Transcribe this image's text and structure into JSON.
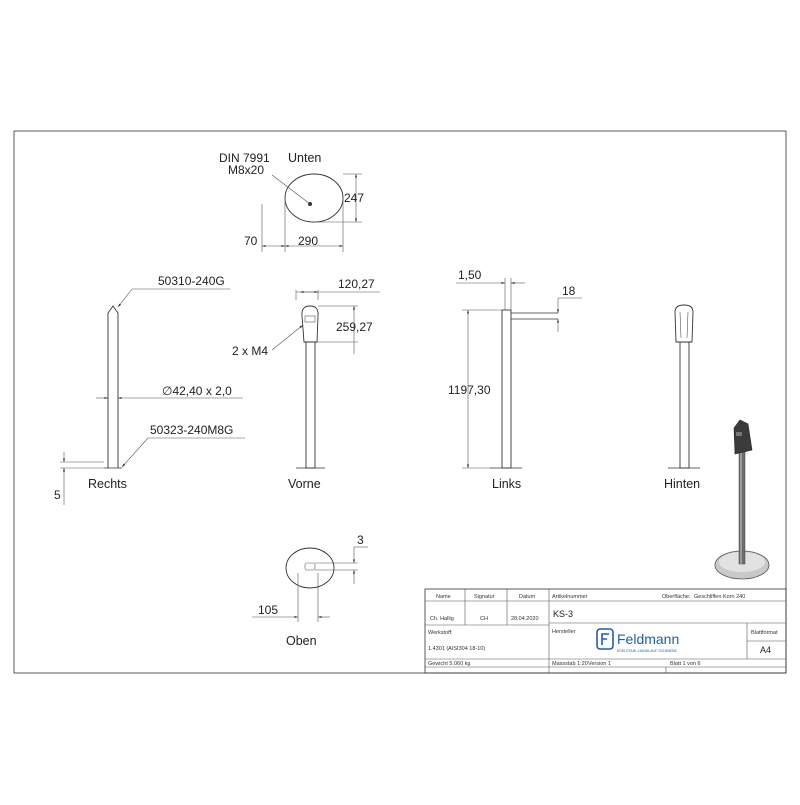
{
  "views": {
    "unten": "Unten",
    "rechts": "Rechts",
    "vorne": "Vorne",
    "links": "Links",
    "hinten": "Hinten",
    "oben": "Oben"
  },
  "labels": {
    "din": "DIN 7991",
    "screw": "M8x20",
    "d247": "247",
    "d70": "70",
    "d290": "290",
    "part1": "50310-240G",
    "pipe": "∅42,40 x 2,0",
    "part2": "50323-240M8G",
    "d5": "5",
    "d120": "120,27",
    "d259": "259,27",
    "m4": "2 x M4",
    "d150": "1,50",
    "d18": "18",
    "d1197": "1197,30",
    "d3": "3",
    "d105": "105"
  },
  "titleblock": {
    "h_name": "Name",
    "h_signatur": "Signatur",
    "h_datum": "Datum",
    "h_artikel": "Artikelnummer",
    "h_oberflaeche": "Oberfläche:",
    "oberflaeche_value": "Geschliffen Korn 240",
    "name": "Ch. Hallig",
    "signatur": "CH",
    "datum": "28.04.2020",
    "artikel": "KS-3",
    "werkstoff_label": "Werkstoff:",
    "werkstoff": "1.4301 (AISI304 18-10)",
    "hersteller_label": "Hersteller",
    "brand": "Feldmann",
    "tagline": "EDELSTAHL-HANDLAUF-SCHMIEDE",
    "blattformat_label": "Blattformat",
    "blattformat": "A4",
    "gewicht": "Gewicht 5.060 kg",
    "massstab": "Massstab 1:20",
    "version": "Version 1",
    "blatt": "Blatt 1 von 6"
  },
  "colors": {
    "line": "#333333",
    "brand": "#1f5fa8"
  }
}
